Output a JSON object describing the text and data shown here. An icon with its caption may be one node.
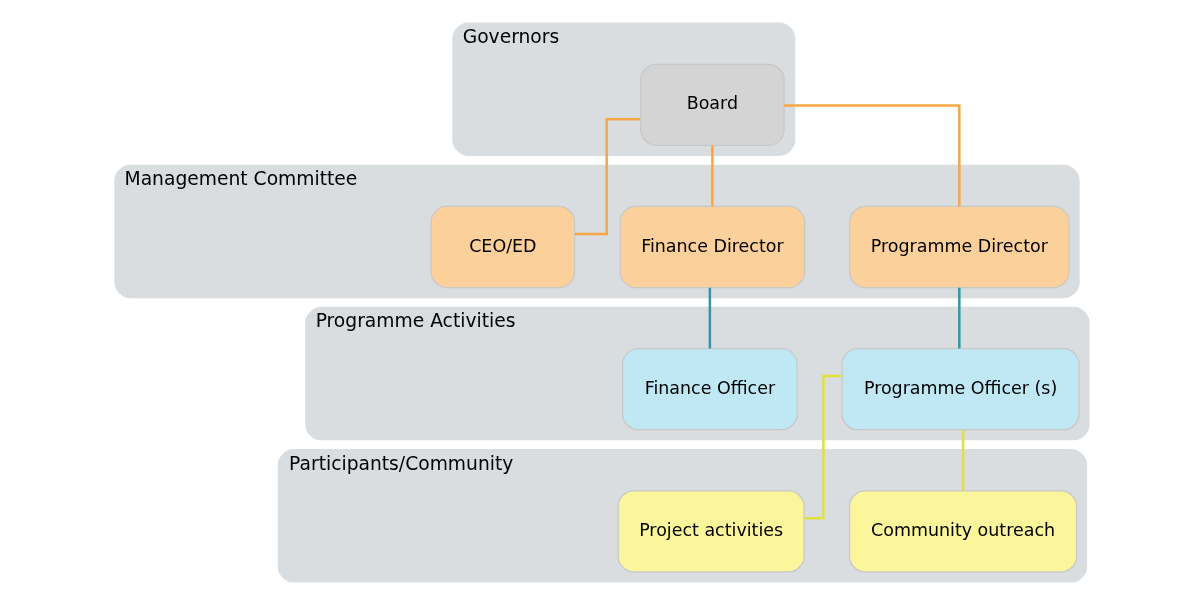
{
  "diagram": {
    "nodes": [
      {
        "text": [
          "Governors"
        ]
      },
      {
        "text": [
          "Board"
        ],
        "in": 0
      },
      {
        "text": [
          "Management Committee"
        ]
      },
      {
        "text": [
          "CEO/ED"
        ],
        "in": 2
      },
      {
        "text": [
          "Finance Director"
        ],
        "in": 2
      },
      {
        "text": [
          "Programme Director"
        ],
        "in": 2
      },
      {
        "text": [
          "Programme Activities"
        ]
      },
      {
        "text": [
          "Finance Officer"
        ],
        "in": 6
      },
      {
        "text": [
          "Programme Officer (s)"
        ],
        "in": 6
      },
      {
        "text": [
          "Participants/Community"
        ]
      },
      {
        "text": [
          "Project activities"
        ],
        "in": 9
      },
      {
        "text": [
          "Community outreach"
        ],
        "in": 9
      }
    ],
    "edges": [
      {
        "from": 1,
        "to": 3,
        "arrow": "none"
      },
      {
        "from": 1,
        "to": 4,
        "arrow": "none"
      },
      {
        "from": 1,
        "to": 5,
        "arrow": "none"
      },
      {
        "from": 4,
        "to": 7,
        "arrow": "none",
        "color": "#2a9aa6"
      },
      {
        "from": 5,
        "to": 8,
        "arrow": "none",
        "color": "#2a9aa6"
      },
      {
        "from": 8,
        "to": 10,
        "arrow": "none",
        "color": "#e0e040"
      },
      {
        "from": 8,
        "to": 11,
        "arrow": "none",
        "color": "#e0e040"
      }
    ]
  }
}
